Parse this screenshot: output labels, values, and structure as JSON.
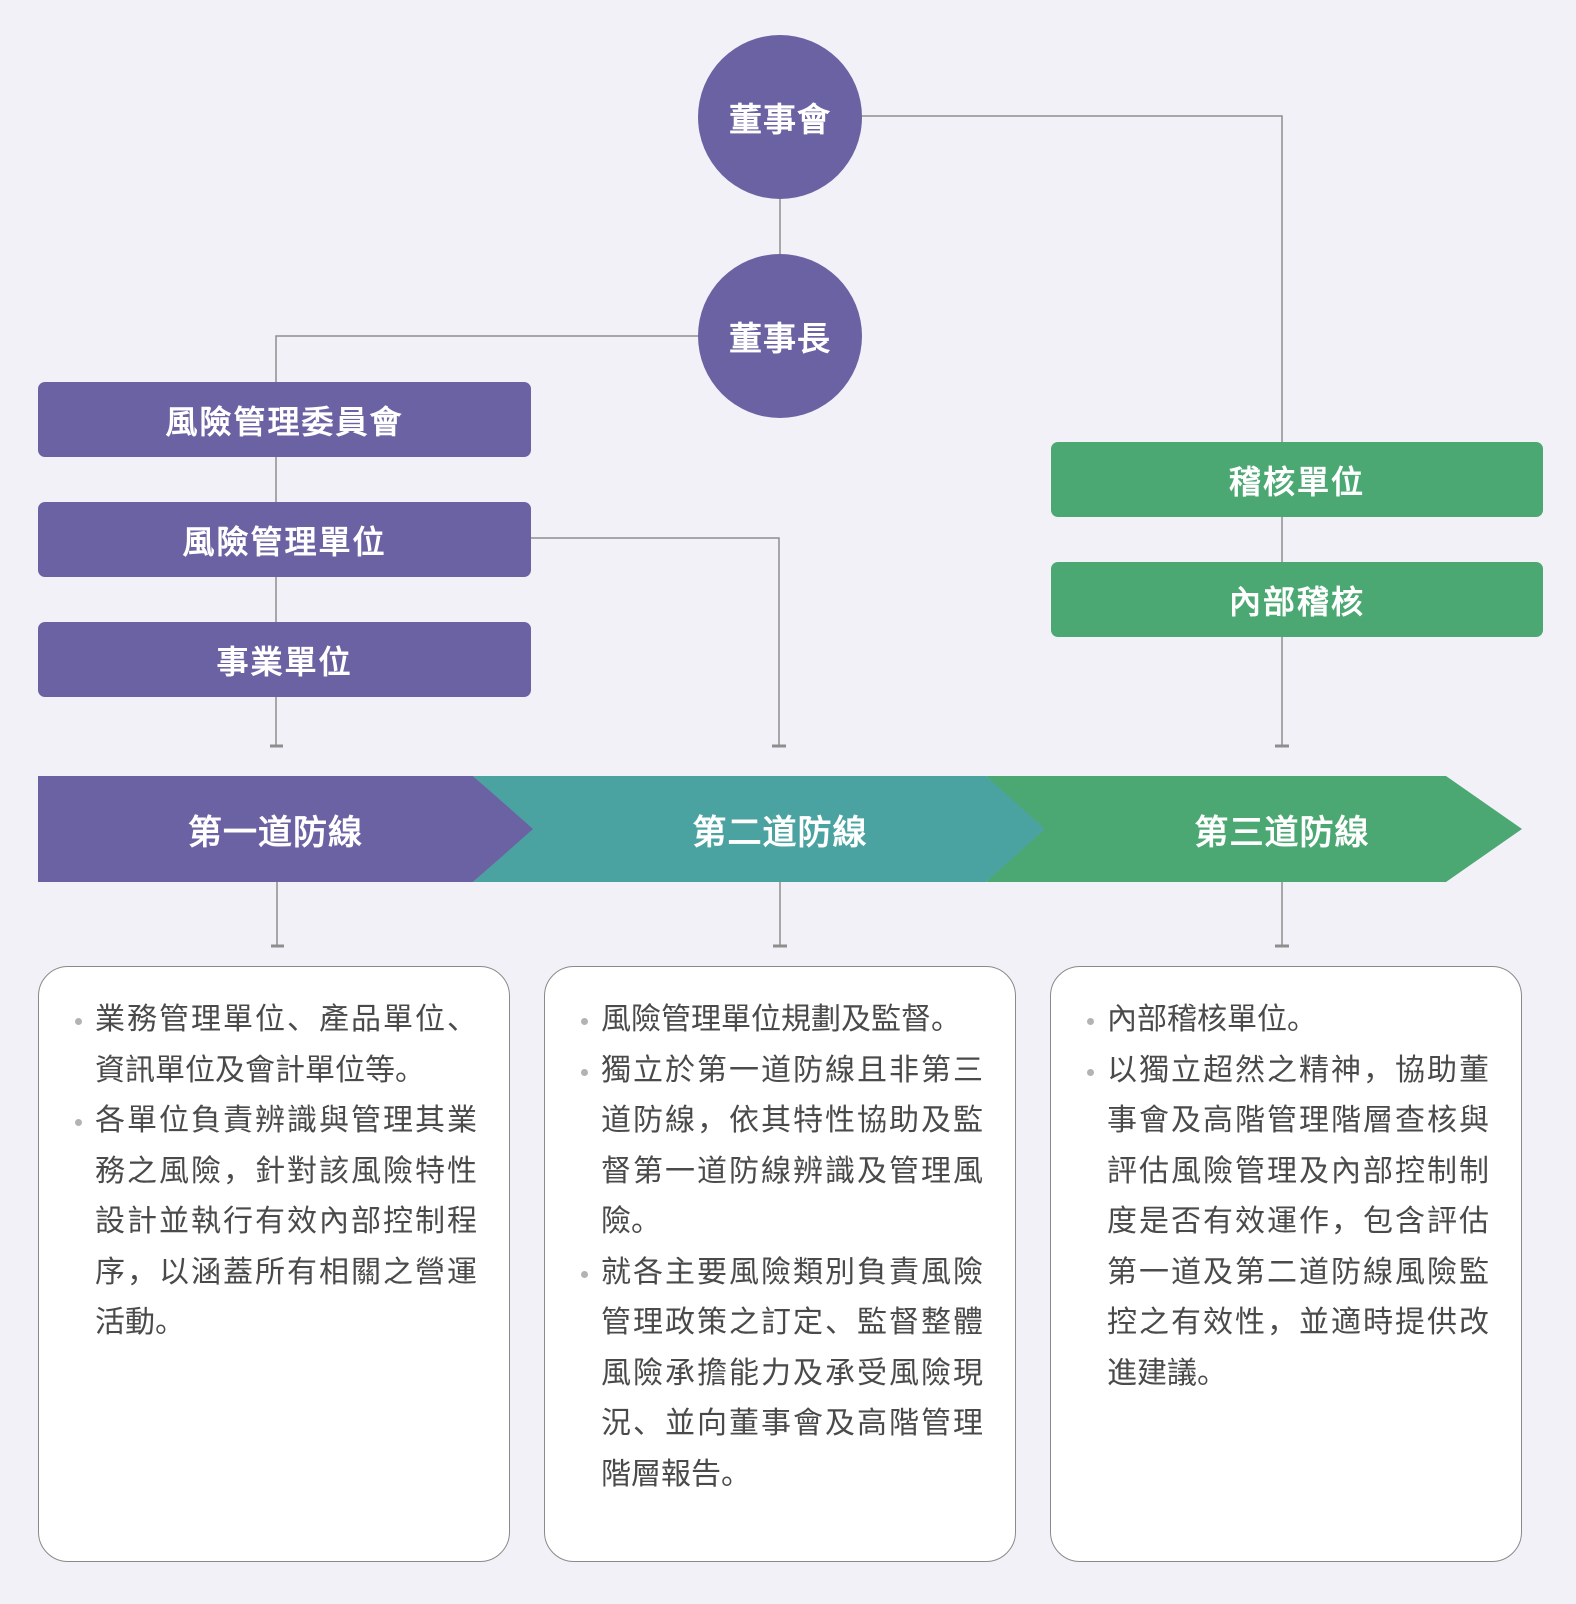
{
  "colors": {
    "purple": "#6b62a3",
    "teal": "#4aa3a0",
    "green": "#4ca873",
    "line": "#8e8e8e"
  },
  "board": "董事會",
  "chairman": "董事長",
  "left_units": [
    "風險管理委員會",
    "風險管理單位",
    "事業單位"
  ],
  "right_units": [
    "稽核單位",
    "內部稽核"
  ],
  "lines_of_defense": [
    "第一道防線",
    "第二道防線",
    "第三道防線"
  ],
  "cards": [
    {
      "items": [
        "業務管理單位、產品單位、資訊單位及會計單位等。",
        "各單位負責辨識與管理其業務之風險，針對該風險特性設計並執行有效內部控制程序，以涵蓋所有相關之營運活動。"
      ]
    },
    {
      "items": [
        "風險管理單位規劃及監督。",
        "獨立於第一道防線且非第三道防線，依其特性協助及監督第一道防線辨識及管理風險。",
        "就各主要風險類別負責風險管理政策之訂定、監督整體風險承擔能力及承受風險現況、並向董事會及高階管理階層報告。"
      ]
    },
    {
      "items": [
        "內部稽核單位。",
        "以獨立超然之精神，協助董事會及高階管理階層查核與評估風險管理及內部控制制度是否有效運作，包含評估第一道及第二道防線風險監控之有效性，並適時提供改進建議。"
      ]
    }
  ]
}
